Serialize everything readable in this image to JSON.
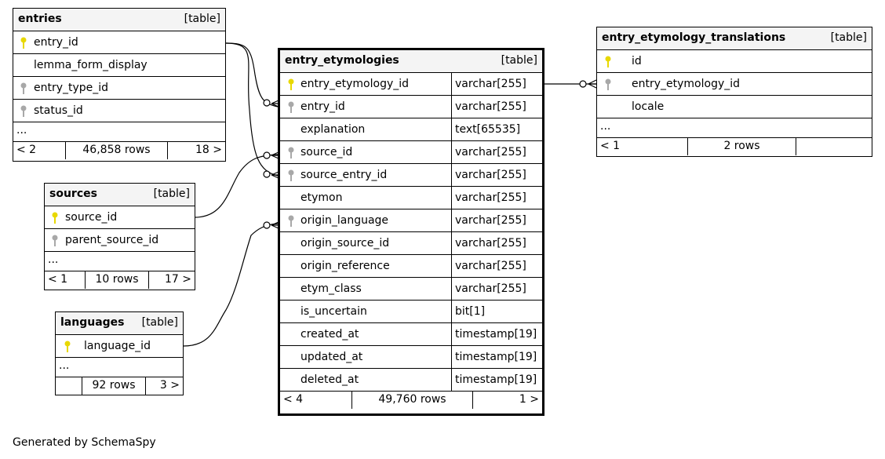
{
  "tables": {
    "entries": {
      "name": "entries",
      "kind": "[table]",
      "columns": [
        "entry_id",
        "lemma_form_display",
        "entry_type_id",
        "status_id"
      ],
      "more": "...",
      "footer": {
        "prev": "< 2",
        "rows": "46,858 rows",
        "next": "18 >"
      }
    },
    "sources": {
      "name": "sources",
      "kind": "[table]",
      "columns": [
        "source_id",
        "parent_source_id"
      ],
      "more": "...",
      "footer": {
        "prev": "< 1",
        "rows": "10 rows",
        "next": "17 >"
      }
    },
    "languages": {
      "name": "languages",
      "kind": "[table]",
      "columns": [
        "language_id"
      ],
      "more": "...",
      "footer": {
        "prev": "",
        "rows": "92 rows",
        "next": "3 >"
      }
    },
    "entry_etymologies": {
      "name": "entry_etymologies",
      "kind": "[table]",
      "columns": [
        {
          "name": "entry_etymology_id",
          "type": "varchar[255]"
        },
        {
          "name": "entry_id",
          "type": "varchar[255]"
        },
        {
          "name": "explanation",
          "type": "text[65535]"
        },
        {
          "name": "source_id",
          "type": "varchar[255]"
        },
        {
          "name": "source_entry_id",
          "type": "varchar[255]"
        },
        {
          "name": "etymon",
          "type": "varchar[255]"
        },
        {
          "name": "origin_language",
          "type": "varchar[255]"
        },
        {
          "name": "origin_source_id",
          "type": "varchar[255]"
        },
        {
          "name": "origin_reference",
          "type": "varchar[255]"
        },
        {
          "name": "etym_class",
          "type": "varchar[255]"
        },
        {
          "name": "is_uncertain",
          "type": "bit[1]"
        },
        {
          "name": "created_at",
          "type": "timestamp[19]"
        },
        {
          "name": "updated_at",
          "type": "timestamp[19]"
        },
        {
          "name": "deleted_at",
          "type": "timestamp[19]"
        }
      ],
      "footer": {
        "prev": "< 4",
        "rows": "49,760 rows",
        "next": "1 >"
      }
    },
    "entry_etymology_translations": {
      "name": "entry_etymology_translations",
      "kind": "[table]",
      "columns": [
        "id",
        "entry_etymology_id",
        "locale"
      ],
      "more": "...",
      "footer": {
        "prev": "< 1",
        "rows": "2 rows",
        "next": ""
      }
    }
  },
  "caption": "Generated by SchemaSpy",
  "colors": {
    "primary_key": "#e8d800",
    "foreign_key": "#a8a8a8",
    "header_bg": "#f4f4f4"
  }
}
